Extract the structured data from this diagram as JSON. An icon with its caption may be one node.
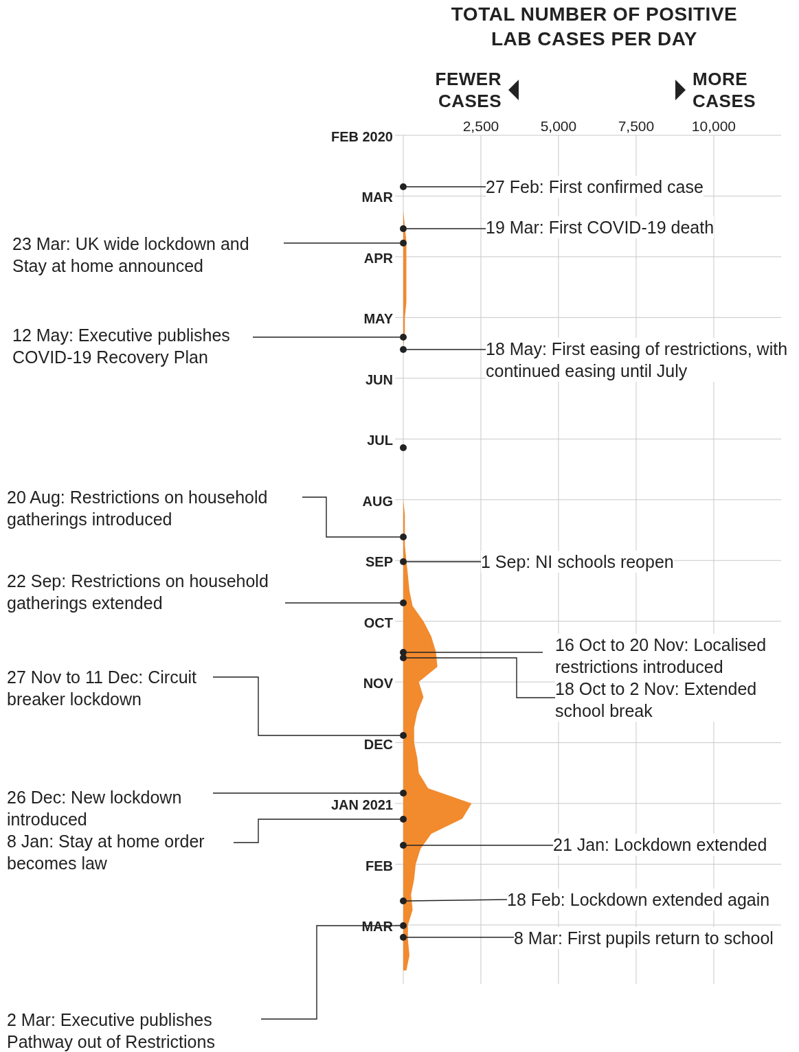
{
  "diagram": {
    "nodes": [
      {
        "text": [
          "27 Feb: First confirmed case"
        ]
      },
      {
        "text": [
          "19 Mar: First COVID-19 death"
        ]
      },
      {
        "text": [
          "23 Mar: UK wide lockdown and Stay at home announced"
        ]
      },
      {
        "text": [
          "12 May: Executive publishes COVID-19 Recovery Plan"
        ]
      },
      {
        "text": [
          "18 May: First easing of restrictions, with continued easing until July"
        ]
      },
      {
        "text": [
          "20 Aug: Restrictions on household gatherings introduced"
        ]
      },
      {
        "text": [
          "1 Sep: NI schools reopen"
        ]
      },
      {
        "text": [
          "22 Sep: Restrictions on household gatherings extended"
        ]
      },
      {
        "text": [
          "16 Oct to 20 Nov: Localised restrictions introduced"
        ]
      },
      {
        "text": [
          "27 Nov to 11 Dec: Circuit breaker lockdown"
        ]
      },
      {
        "text": [
          "18 Oct to 2 Nov: Extended school break"
        ]
      },
      {
        "text": [
          "26 Dec: New lockdown introduced"
        ]
      },
      {
        "text": [
          "8 Jan: Stay at home order becomes law"
        ]
      },
      {
        "text": [
          "21 Jan: Lockdown extended"
        ]
      },
      {
        "text": [
          "18 Feb: Lockdown extended again"
        ]
      },
      {
        "text": [
          "2 Mar: Executive publishes Pathway out of Restrictions"
        ]
      },
      {
        "text": [
          "8 Mar: First pupils return to school"
        ]
      },
      {
        "text": [],
        "shape": "circle"
      },
      {
        "text": [],
        "shape": "circle"
      },
      {
        "text": [],
        "shape": "circle"
      },
      {
        "text": [],
        "shape": "circle"
      },
      {
        "text": [],
        "shape": "circle"
      },
      {
        "text": [],
        "shape": "circle"
      },
      {
        "text": [],
        "shape": "circle"
      },
      {
        "text": [],
        "shape": "circle"
      },
      {
        "text": [],
        "shape": "circle"
      },
      {
        "text": [],
        "shape": "circle"
      },
      {
        "text": [],
        "shape": "circle"
      },
      {
        "text": [],
        "shape": "circle"
      },
      {
        "text": [],
        "shape": "circle"
      },
      {
        "text": [],
        "shape": "circle"
      },
      {
        "text": [],
        "shape": "circle"
      },
      {
        "text": [],
        "shape": "circle"
      },
      {
        "text": [],
        "shape": "circle"
      }
    ],
    "edges": [
      {
        "from": 0,
        "to": 17,
        "arrow": "none"
      },
      {
        "from": 1,
        "to": 18,
        "arrow": "none"
      },
      {
        "from": 2,
        "to": 19,
        "arrow": "none"
      },
      {
        "from": 3,
        "to": 20,
        "arrow": "none"
      },
      {
        "from": 4,
        "to": 21,
        "arrow": "none"
      },
      {
        "from": 5,
        "to": 22,
        "arrow": "none"
      },
      {
        "from": 6,
        "to": 23,
        "arrow": "none"
      },
      {
        "from": 7,
        "to": 24,
        "arrow": "none"
      },
      {
        "from": 8,
        "to": 25,
        "arrow": "none"
      },
      {
        "from": 9,
        "to": 27,
        "arrow": "none"
      },
      {
        "from": 10,
        "to": 26,
        "arrow": "none"
      },
      {
        "from": 11,
        "to": 28,
        "arrow": "none"
      },
      {
        "from": 12,
        "to": 29,
        "arrow": "none"
      },
      {
        "from": 13,
        "to": 30,
        "arrow": "none"
      },
      {
        "from": 14,
        "to": 31,
        "arrow": "none"
      },
      {
        "from": 15,
        "to": 32,
        "arrow": "none"
      },
      {
        "from": 16,
        "to": 33,
        "arrow": "none"
      }
    ],
    "labels": [
      "FEWER CASES",
      "MORE CASES"
    ],
    "chart_data": {
      "type": "area",
      "orientation": "horizontal",
      "title": "TOTAL NUMBER OF POSITIVE LAB CASES PER DAY",
      "categories": [
        "FEB 2020",
        null,
        null,
        null,
        "MAR",
        null,
        null,
        null,
        "APR",
        null,
        null,
        null,
        "MAY",
        null,
        null,
        null,
        "JUN",
        null,
        null,
        null,
        "JUL",
        null,
        null,
        null,
        "AUG",
        null,
        null,
        null,
        "SEP",
        null,
        null,
        null,
        "OCT",
        null,
        null,
        null,
        "NOV",
        null,
        null,
        null,
        "DEC",
        null,
        null,
        null,
        "JAN 2021",
        null,
        null,
        null,
        "FEB",
        null,
        null,
        null,
        "MAR",
        null,
        null,
        null
      ],
      "series": [
        {
          "color": "#f28a2e",
          "values": [
            0,
            0,
            0,
            0,
            0,
            0,
            50,
            100,
            100,
            100,
            100,
            100,
            50,
            50,
            null,
            0,
            0,
            0,
            0,
            0,
            0,
            0,
            0,
            0,
            0,
            50,
            50,
            50,
            100,
            150,
            200,
            300,
            650,
            900,
            1050,
            1100,
            500,
            650,
            450,
            350,
            350,
            450,
            500,
            800,
            2200,
            1900,
            900,
            550,
            400,
            350,
            250,
            300,
            150,
            150,
            200,
            100
          ]
        }
      ],
      "xlim": [
        0,
        12170
      ],
      "grid": true,
      "xticks": [
        {
          "value": 2500,
          "label": "2,500"
        },
        {
          "value": 5000,
          "label": "5,000"
        },
        {
          "value": 7500,
          "label": "7,500"
        },
        {
          "value": 10000,
          "label": "10,000"
        }
      ]
    }
  }
}
